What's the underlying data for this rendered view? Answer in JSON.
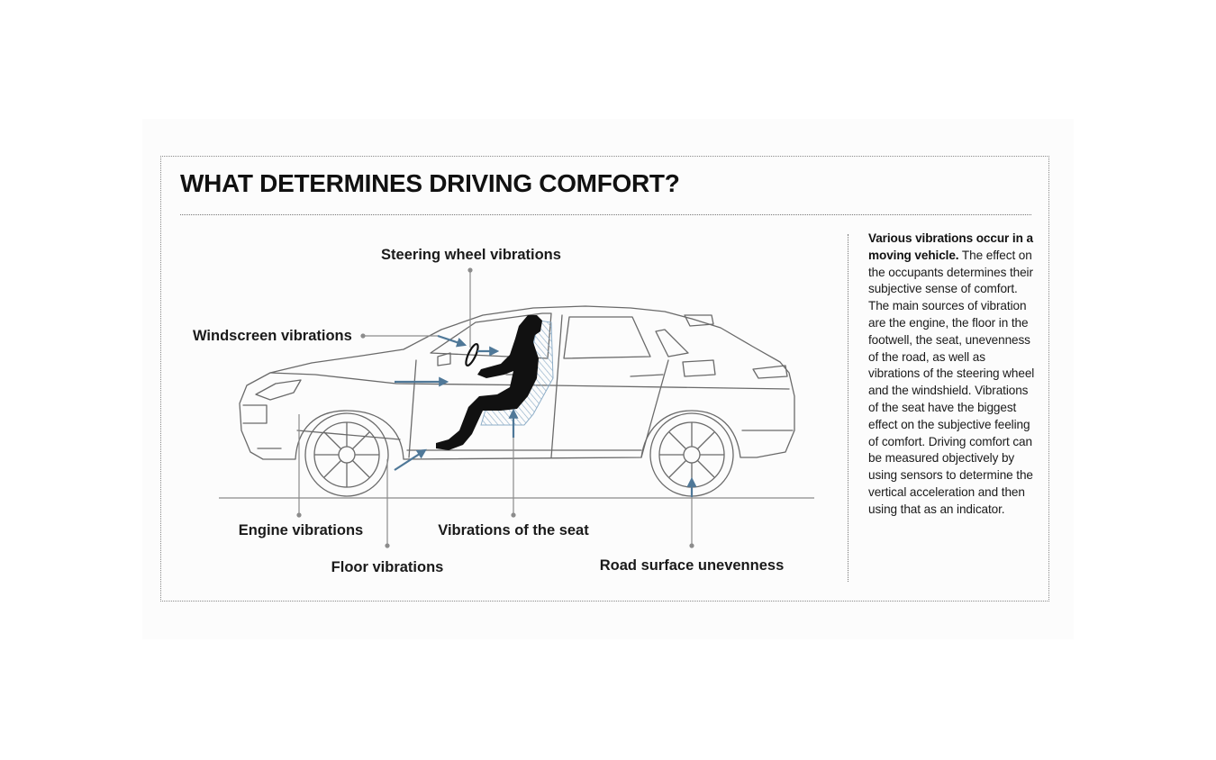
{
  "title": "WHAT DETERMINES DRIVING COMFORT?",
  "labels": {
    "steering": "Steering wheel vibrations",
    "windscreen": "Windscreen vibrations",
    "engine": "Engine vibrations",
    "floor": "Floor vibrations",
    "seat": "Vibrations of the seat",
    "road": "Road surface unevenness"
  },
  "description": {
    "lead": "Various vibrations occur in a moving vehicle.",
    "body": " The effect on the occupants determines their subjective sense of comfort. The main sources of vibration are the engine, the floor in the footwell, the seat, unevenness of the road, as well as vibrations of the steering wheel and the windshield. Vibrations of the seat have the biggest effect on the subjective feeling of comfort. Driving comfort can be measured objectively by using sensors to determine the vertical acceleration and then using that as an indicator."
  },
  "colors": {
    "arrow": "#4f7898",
    "car_line": "#6a6a6a",
    "silhouette": "#111111",
    "seat_hatch": "#8eaec8",
    "leader": "#8c8c8c"
  }
}
